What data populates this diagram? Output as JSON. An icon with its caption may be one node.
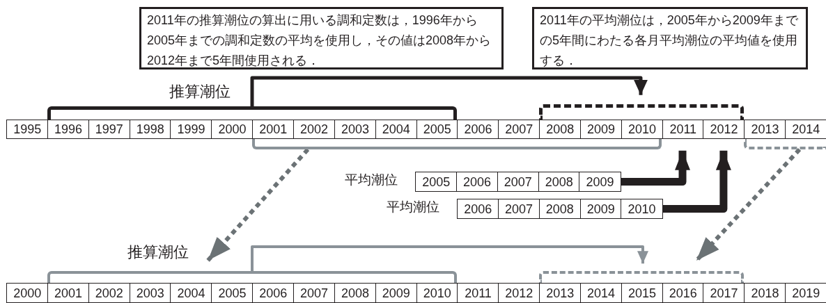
{
  "diagram": {
    "nodes": [
      {
        "text": [
          "2011年の推算潮位の算出に用いる調和定数は，1996年から2005年までの調和定数の平均を使用し，その値は2008年から2012年まで5年間使用される．"
        ]
      },
      {
        "text": [
          "2011年の平均潮位は，2005年から2009年までの5年間にわたる各月平均潮位の平均値を使用する．"
        ]
      },
      {
        "text": [],
        "shape": "bracket",
        "beside": [
          "推算潮位"
        ]
      },
      {
        "text": [],
        "shape": "bracket"
      },
      {
        "text": [
          "1995"
        ]
      },
      {
        "text": [
          "1996"
        ]
      },
      {
        "text": [
          "1997"
        ]
      },
      {
        "text": [
          "1998"
        ]
      },
      {
        "text": [
          "1999"
        ]
      },
      {
        "text": [
          "2000"
        ]
      },
      {
        "text": [
          "2001"
        ]
      },
      {
        "text": [
          "2002"
        ]
      },
      {
        "text": [
          "2003"
        ]
      },
      {
        "text": [
          "2004"
        ]
      },
      {
        "text": [
          "2005"
        ]
      },
      {
        "text": [
          "2006"
        ]
      },
      {
        "text": [
          "2007"
        ]
      },
      {
        "text": [
          "2008"
        ]
      },
      {
        "text": [
          "2009"
        ]
      },
      {
        "text": [
          "2010"
        ]
      },
      {
        "text": [
          "2011"
        ]
      },
      {
        "text": [
          "2012"
        ]
      },
      {
        "text": [
          "2013"
        ]
      },
      {
        "text": [
          "2014"
        ]
      },
      {
        "text": [],
        "shape": "bracket"
      },
      {
        "text": [],
        "shape": "bracket"
      },
      {
        "text": [
          "2005"
        ]
      },
      {
        "text": [
          "2006"
        ]
      },
      {
        "text": [
          "2007"
        ]
      },
      {
        "text": [
          "2008"
        ]
      },
      {
        "text": [
          "2009"
        ]
      },
      {
        "text": [
          "2006"
        ]
      },
      {
        "text": [
          "2007"
        ]
      },
      {
        "text": [
          "2008"
        ]
      },
      {
        "text": [
          "2009"
        ]
      },
      {
        "text": [
          "2010"
        ]
      },
      {
        "text": [],
        "shape": "bracket",
        "beside": [
          "推算潮位"
        ]
      },
      {
        "text": [],
        "shape": "bracket"
      },
      {
        "text": [
          "2000"
        ]
      },
      {
        "text": [
          "2001"
        ]
      },
      {
        "text": [
          "2002"
        ]
      },
      {
        "text": [
          "2003"
        ]
      },
      {
        "text": [
          "2004"
        ]
      },
      {
        "text": [
          "2005"
        ]
      },
      {
        "text": [
          "2006"
        ]
      },
      {
        "text": [
          "2007"
        ]
      },
      {
        "text": [
          "2008"
        ]
      },
      {
        "text": [
          "2009"
        ]
      },
      {
        "text": [
          "2010"
        ]
      },
      {
        "text": [
          "2011"
        ]
      },
      {
        "text": [
          "2012"
        ]
      },
      {
        "text": [
          "2013"
        ]
      },
      {
        "text": [
          "2014"
        ]
      },
      {
        "text": [
          "2015"
        ]
      },
      {
        "text": [
          "2016"
        ]
      },
      {
        "text": [
          "2017"
        ]
      },
      {
        "text": [
          "2018"
        ]
      },
      {
        "text": [
          "2019"
        ]
      }
    ],
    "edges": [
      {
        "from": 2,
        "to": 3,
        "arrow": "to"
      },
      {
        "from": 30,
        "to": 20,
        "arrow": "to",
        "style": "thick"
      },
      {
        "from": 35,
        "to": 21,
        "arrow": "to",
        "style": "thick"
      },
      {
        "from": 24,
        "to": 36,
        "arrow": "to",
        "style": "dashed",
        "color": "#6b7275"
      },
      {
        "from": 25,
        "to": 37,
        "arrow": "to",
        "style": "dashed",
        "color": "#6b7275"
      },
      {
        "from": 36,
        "to": 37,
        "arrow": "to",
        "color": "#8a9298"
      }
    ],
    "labels": [
      "平均潮位",
      "平均潮位"
    ]
  }
}
